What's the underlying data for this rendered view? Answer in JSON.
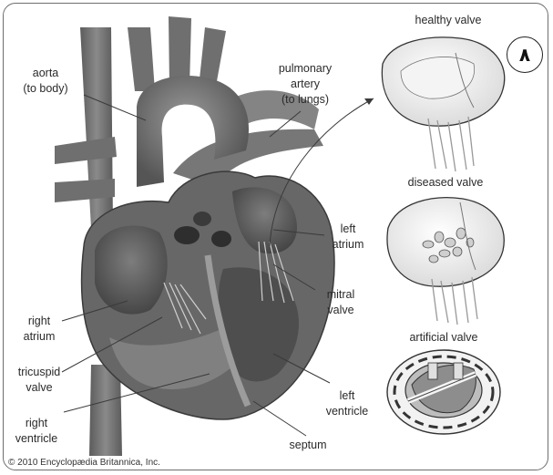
{
  "labels": {
    "aorta": [
      "aorta",
      "(to body)"
    ],
    "pulmonary_artery": [
      "pulmonary",
      "artery",
      "(to lungs)"
    ],
    "left_atrium": [
      "left",
      "atrium"
    ],
    "mitral_valve": [
      "mitral",
      "valve"
    ],
    "right_atrium": [
      "right",
      "atrium"
    ],
    "tricuspid_valve": [
      "tricuspid",
      "valve"
    ],
    "right_ventricle": [
      "right",
      "ventricle"
    ],
    "left_ventricle": [
      "left",
      "ventricle"
    ],
    "septum": "septum"
  },
  "valves": {
    "healthy": "healthy valve",
    "diseased": "diseased valve",
    "artificial": "artificial valve"
  },
  "badge": "٨",
  "copyright": "© 2010 Encyclopædia Britannica, Inc."
}
